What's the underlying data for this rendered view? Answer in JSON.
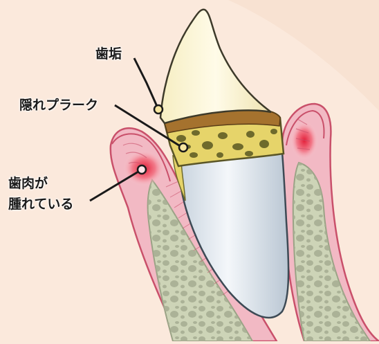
{
  "labels": {
    "tartar": "歯垢",
    "hidden_plaque": "隠れプラーク",
    "gum_line1": "歯肉が",
    "gum_line2": "腫れている"
  },
  "colors": {
    "background": "#fbe9dc",
    "gum": "#f2b9c4",
    "gum_outline": "#c9506a",
    "inflammation": "#e4203a",
    "bone": "#cdd4b7",
    "bone_pores": "#9ea58c",
    "enamel": "#fbf6dc",
    "root": "#dde6ee",
    "plaque": "#e6d46a",
    "plaque_spots": "#6e6a2c"
  }
}
